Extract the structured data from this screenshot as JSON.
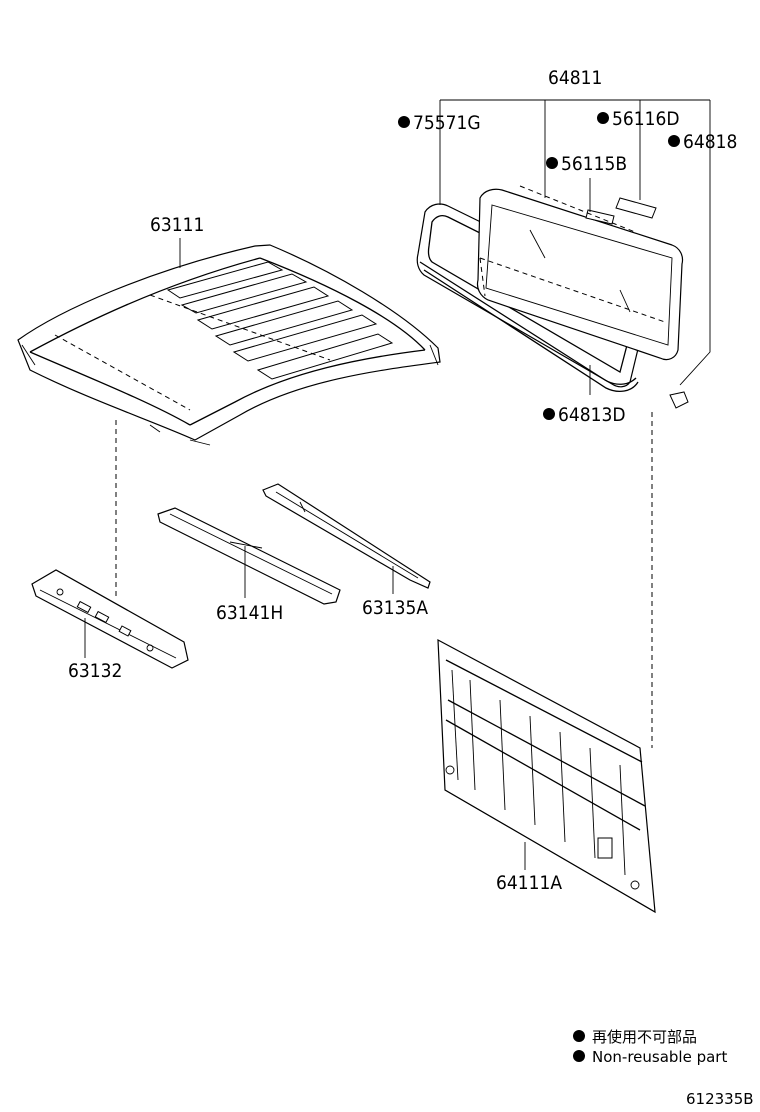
{
  "parts": [
    {
      "id": "roof-panel",
      "label": "63111",
      "non_reusable": false
    },
    {
      "id": "rear-window-assembly",
      "label": "64811",
      "non_reusable": false
    },
    {
      "id": "window-seal",
      "label": "75571G",
      "non_reusable": true
    },
    {
      "id": "clip-upper",
      "label": "56116D",
      "non_reusable": true
    },
    {
      "id": "clip-lower",
      "label": "56115B",
      "non_reusable": true
    },
    {
      "id": "window-bracket",
      "label": "64818",
      "non_reusable": true
    },
    {
      "id": "window-weatherstrip",
      "label": "64813D",
      "non_reusable": true
    },
    {
      "id": "roof-bow-middle",
      "label": "63141H",
      "non_reusable": false
    },
    {
      "id": "roof-bow-rear",
      "label": "63135A",
      "non_reusable": false
    },
    {
      "id": "roof-header-front",
      "label": "63132",
      "non_reusable": false
    },
    {
      "id": "back-panel",
      "label": "64111A",
      "non_reusable": false
    }
  ],
  "legend": {
    "line_jp": "再使用不可部品",
    "line_en": "Non-reusable part"
  },
  "diagram_code": "612335B"
}
